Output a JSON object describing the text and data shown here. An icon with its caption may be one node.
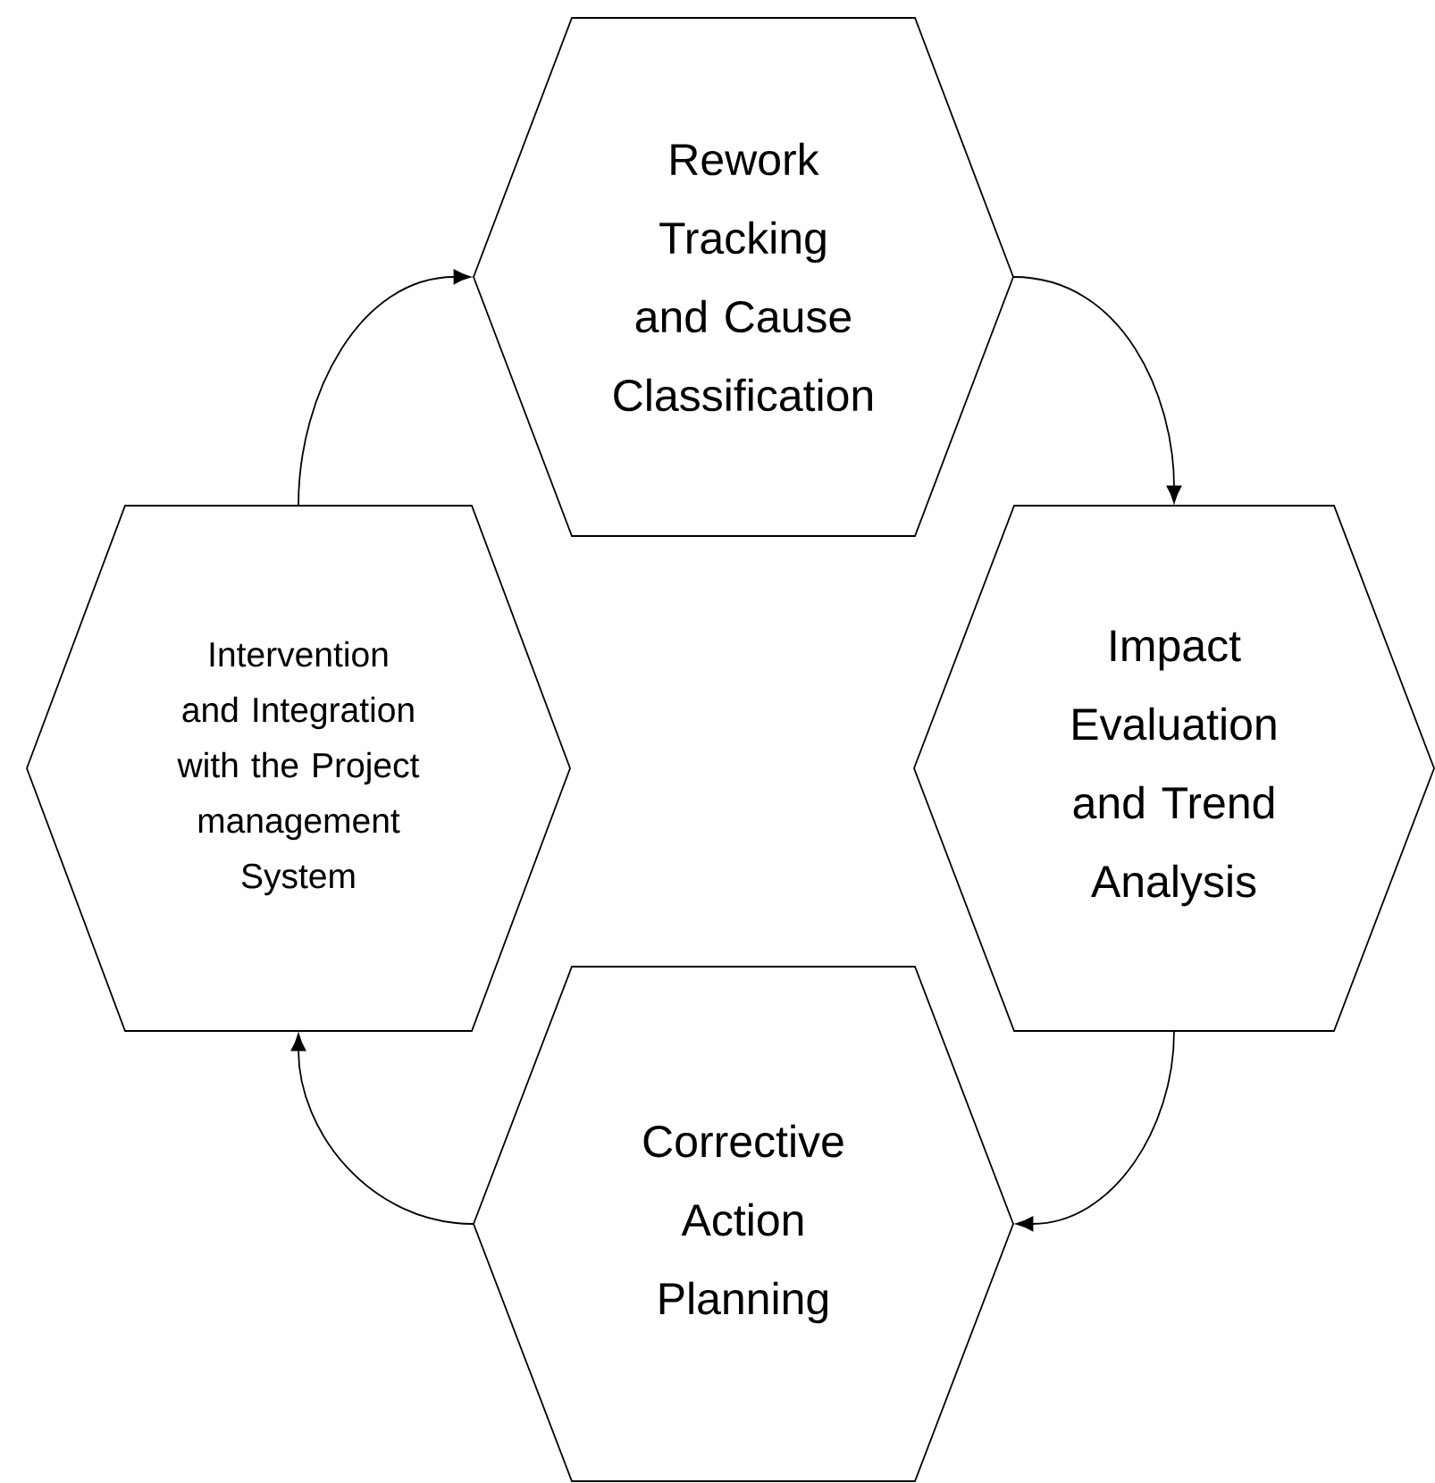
{
  "diagram": {
    "nodes": [
      {
        "text": [
          "Rework Tracking and Cause Classification"
        ]
      },
      {
        "text": [
          "Impact Evaluation and Trend Analysis"
        ]
      },
      {
        "text": [
          "Corrective Action Planning"
        ]
      },
      {
        "text": [
          "Intervention and Integration with the Project management System"
        ]
      }
    ],
    "edges": [
      {
        "from": 3,
        "to": 0,
        "arrow": "to"
      },
      {
        "from": 0,
        "to": 1,
        "arrow": "to"
      },
      {
        "from": 1,
        "to": 2,
        "arrow": "to"
      },
      {
        "from": 2,
        "to": 3,
        "arrow": "to"
      }
    ]
  }
}
